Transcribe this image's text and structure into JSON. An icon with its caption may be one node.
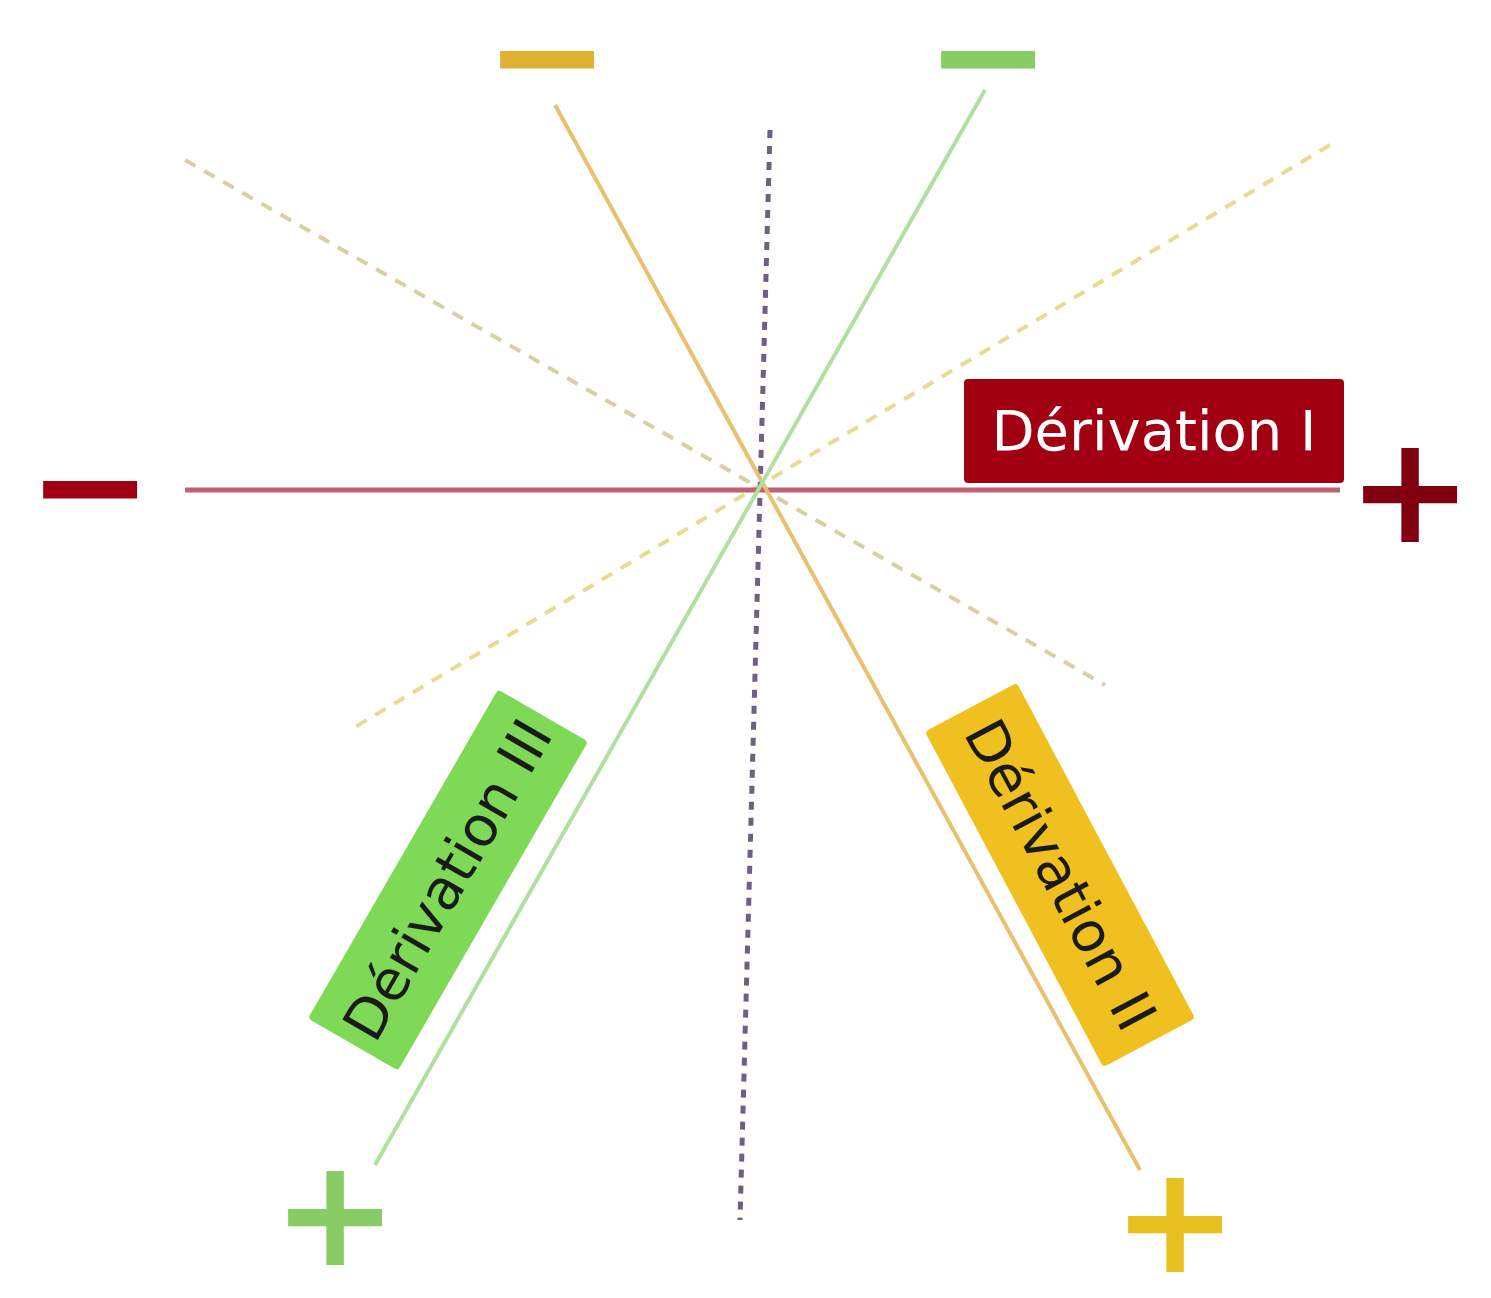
{
  "diagram": {
    "nodes": [
      {
        "text": [
          "Dérivation I"
        ]
      },
      {
        "text": [
          "Dérivation III"
        ]
      },
      {
        "text": [
          "Dérivation II"
        ]
      }
    ],
    "labels": [
      "−",
      "−",
      "−",
      "+",
      "+",
      "+"
    ]
  }
}
